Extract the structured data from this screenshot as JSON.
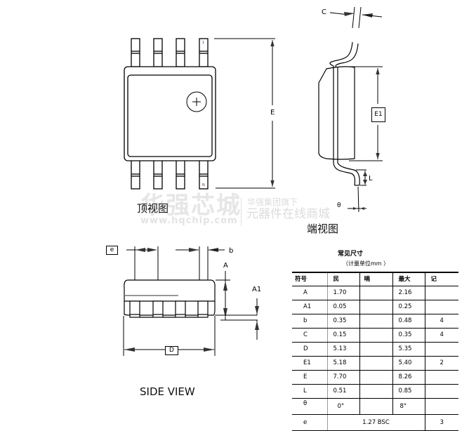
{
  "top_view": {
    "title": "顶视图",
    "dimension_label": "E",
    "pin1_marker": "1",
    "pinN_marker": "N",
    "lead_count_per_side": 4
  },
  "end_view": {
    "title": "端视图",
    "labels": {
      "C": "C",
      "E1": "E1",
      "L": "L",
      "theta": "θ"
    }
  },
  "side_view": {
    "title": "SIDE VIEW",
    "labels": {
      "e": "e",
      "b": "b",
      "A": "A",
      "A1": "A1",
      "D": "D"
    }
  },
  "watermark": {
    "brand": "华强芯城",
    "url": "www.hqchip.com",
    "group": "华强集团旗下",
    "tagline": "元器件在线商城"
  },
  "dimension_table": {
    "title": "常见尺寸",
    "unit_note": "（计量单位mm ）",
    "headers": [
      "符号",
      "民",
      "喃",
      "最大",
      "记"
    ],
    "rows": [
      {
        "symbol": "A",
        "min": "1.70",
        "nom": "",
        "max": "2.16",
        "note": ""
      },
      {
        "symbol": "A1",
        "min": "0.05",
        "nom": "",
        "max": "0.25",
        "note": ""
      },
      {
        "symbol": "b",
        "min": "0.35",
        "nom": "",
        "max": "0.48",
        "note": "4"
      },
      {
        "symbol": "C",
        "min": "0.15",
        "nom": "",
        "max": "0.35",
        "note": "4"
      },
      {
        "symbol": "D",
        "min": "5.13",
        "nom": "",
        "max": "5.35",
        "note": ""
      },
      {
        "symbol": "E1",
        "min": "5.18",
        "nom": "",
        "max": "5.40",
        "note": "2"
      },
      {
        "symbol": "E",
        "min": "7.70",
        "nom": "",
        "max": "8.26",
        "note": ""
      },
      {
        "symbol": "L",
        "min": "0.51",
        "nom": "",
        "max": "0.85",
        "note": ""
      },
      {
        "symbol": "θ",
        "min": "0°",
        "nom": "",
        "max": "8°",
        "note": ""
      }
    ],
    "last_row": {
      "symbol": "e",
      "value": "1.27 BSC",
      "note": "3"
    }
  }
}
